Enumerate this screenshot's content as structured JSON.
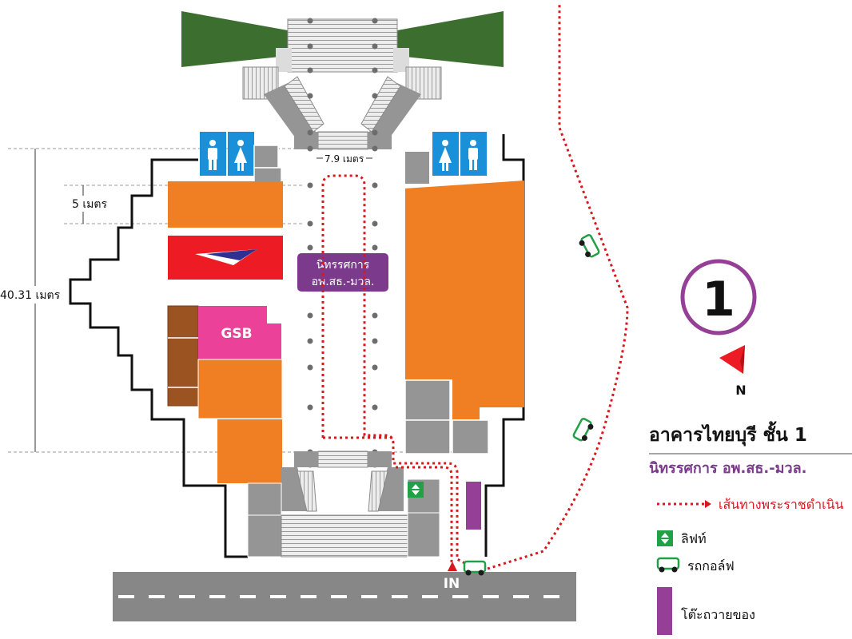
{
  "building": {
    "floor_number": "1",
    "north_label": "N",
    "title": "อาคารไทยบุรี ชั้น 1",
    "subtitle": "นิทรรศการ อพ.สธ.-มวล."
  },
  "dimensions": {
    "depth": "40.31 เมตร",
    "bay": "5 เมตร",
    "corridor": "7.9 เมตร"
  },
  "rooms": {
    "exhibition_line1": "นิทรรศการ",
    "exhibition_line2": "อพ.สธ.-มวล.",
    "bank": "GSB"
  },
  "entrance": {
    "label": "IN"
  },
  "legend": {
    "route": "เส้นทางพระราชดำเนิน",
    "lift": "ลิฟท์",
    "golf_cart": "รถกอล์ฟ",
    "offering_table": "โต๊ะถวายของ"
  },
  "colors": {
    "orange": "#f07f24",
    "red": "#ed1c24",
    "pink": "#ec4198",
    "brown": "#9c5322",
    "gray": "#959595",
    "green": "#3c6e2f",
    "blue": "#1a90d8",
    "purple": "#953f96",
    "route_red": "#d7191f",
    "lift_green": "#21a046"
  }
}
